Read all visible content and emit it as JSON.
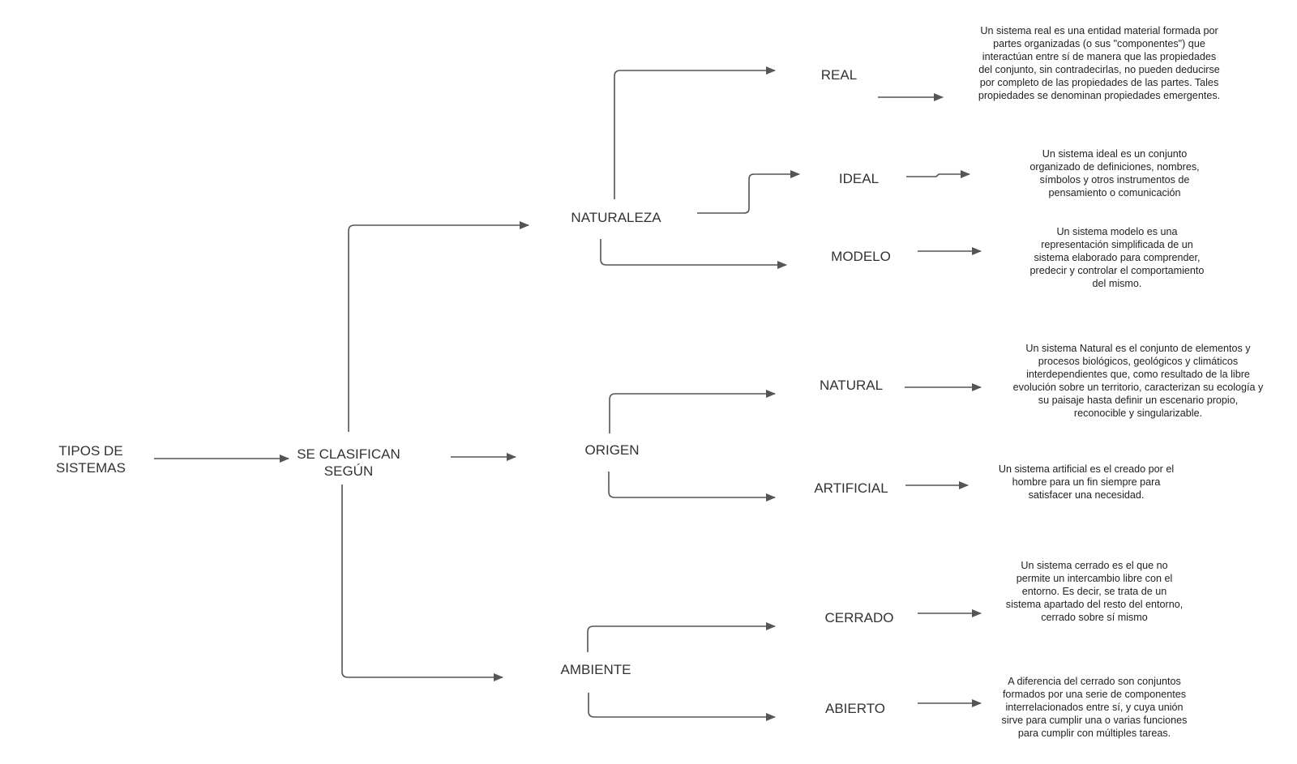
{
  "colors": {
    "line": "#555555",
    "text": "#333333",
    "background": "#ffffff"
  },
  "root": {
    "lines": [
      "TIPOS DE",
      "SISTEMAS"
    ]
  },
  "classify": {
    "lines": [
      "SE CLASIFICAN",
      "SEGÚN"
    ]
  },
  "categories": {
    "naturaleza": "NATURALEZA",
    "origen": "ORIGEN",
    "ambiente": "AMBIENTE"
  },
  "types": {
    "real": {
      "label": "REAL",
      "desc": [
        "Un sistema real es una entidad material formada por",
        "partes organizadas (o sus \"componentes\") que",
        "interactúan entre sí de manera que las propiedades",
        "del conjunto, sin contradecirlas, no pueden deducirse",
        "por completo de las propiedades de las partes. Tales",
        "propiedades se denominan propiedades emergentes."
      ]
    },
    "ideal": {
      "label": "IDEAL",
      "desc": [
        "Un sistema ideal es un conjunto",
        "organizado de definiciones, nombres,",
        "símbolos y otros instrumentos de",
        "pensamiento o comunicación"
      ]
    },
    "modelo": {
      "label": "MODELO",
      "desc": [
        "Un sistema modelo es una",
        "representación simplificada de un",
        "sistema elaborado para comprender,",
        "predecir y controlar el comportamiento",
        "del mismo."
      ]
    },
    "natural": {
      "label": "NATURAL",
      "desc": [
        "Un sistema Natural es el conjunto de elementos y",
        "procesos biológicos, geológicos y climáticos",
        "interdependientes que, como resultado de la libre",
        "evolución sobre un territorio, caracterizan su ecología y",
        "su paisaje hasta definir un escenario propio,",
        "reconocible y singularizable."
      ]
    },
    "artificial": {
      "label": "ARTIFICIAL",
      "desc": [
        "Un sistema artificial es el creado por el",
        "hombre para un fin siempre para",
        "satisfacer una necesidad."
      ]
    },
    "cerrado": {
      "label": "CERRADO",
      "desc": [
        "Un sistema cerrado es el que no",
        "permite un intercambio libre con el",
        "entorno. Es decir, se trata de un",
        "sistema apartado del resto del entorno,",
        "cerrado sobre sí mismo"
      ]
    },
    "abierto": {
      "label": "ABIERTO",
      "desc": [
        "A diferencia del cerrado son conjuntos",
        "formados por una serie de componentes",
        "interrelacionados entre sí, y cuya unión",
        "sirve para cumplir una o varias funciones",
        "para cumplir con múltiples tareas."
      ]
    }
  }
}
